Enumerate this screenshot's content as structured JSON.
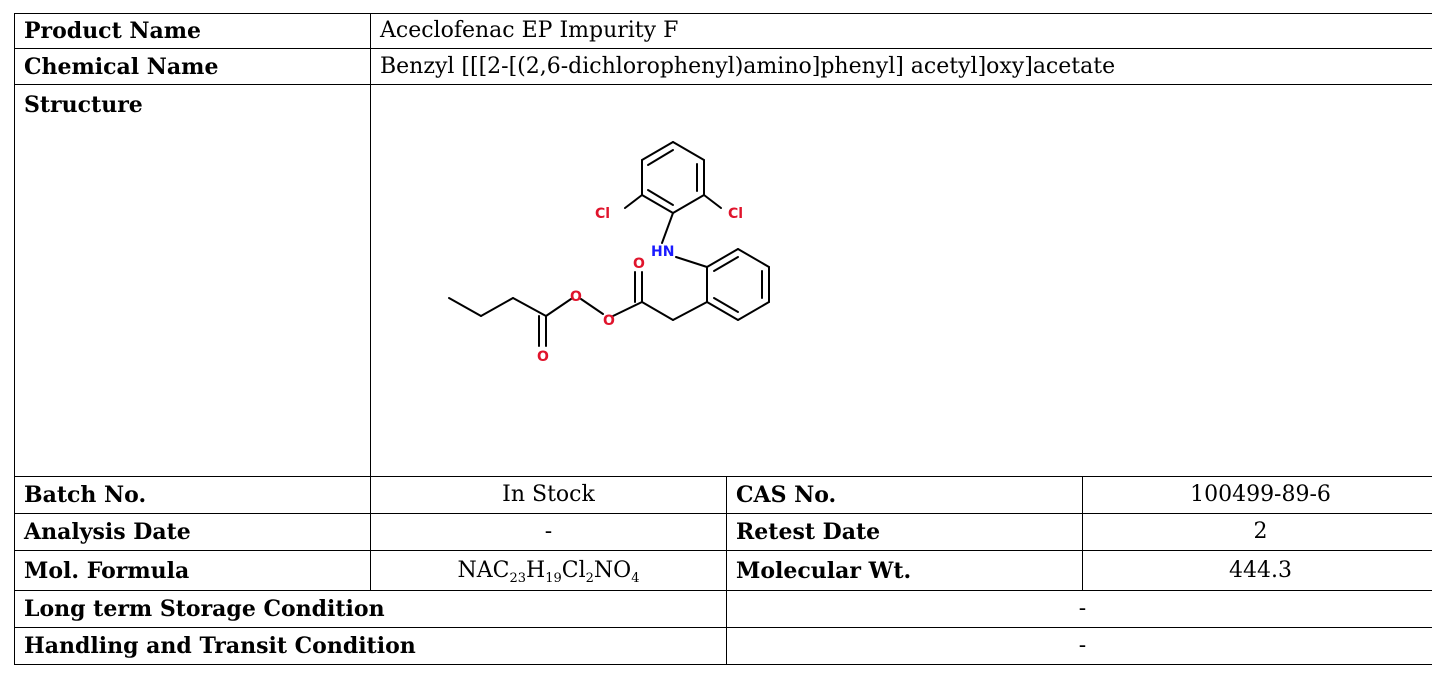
{
  "product": {
    "label": "Product Name",
    "value": "Aceclofenac EP Impurity F"
  },
  "chemical": {
    "label": "Chemical Name",
    "value": "Benzyl [[[2-[(2,6-dichlorophenyl)amino]phenyl] acetyl]oxy]acetate"
  },
  "structure": {
    "label": "Structure",
    "atoms": {
      "cl_left": "Cl",
      "cl_right": "Cl",
      "nh": "HN",
      "o_top": "O",
      "o_link1": "O",
      "o_link2": "O",
      "o_bottom": "O"
    },
    "colors": {
      "bond": "#000000",
      "oxygen": "#e0142c",
      "chlorine": "#e0142c",
      "nitrogen": "#1a1aff"
    }
  },
  "batch": {
    "label": "Batch No.",
    "value": "In Stock"
  },
  "cas": {
    "label": "CAS No.",
    "value": "100499-89-6"
  },
  "analysis": {
    "label": "Analysis Date",
    "value": "-"
  },
  "retest": {
    "label": "Retest Date",
    "value": "2"
  },
  "formula": {
    "label": "Mol. Formula",
    "parts": [
      {
        "text": "NAC",
        "sub": "23"
      },
      {
        "text": "H",
        "sub": "19"
      },
      {
        "text": "Cl",
        "sub": "2"
      },
      {
        "text": "NO",
        "sub": "4"
      }
    ]
  },
  "molwt": {
    "label": "Molecular Wt.",
    "value": "444.3"
  },
  "storage": {
    "label": "Long term Storage Condition",
    "value": "-"
  },
  "handling": {
    "label": "Handling and Transit Condition",
    "value": "-"
  }
}
